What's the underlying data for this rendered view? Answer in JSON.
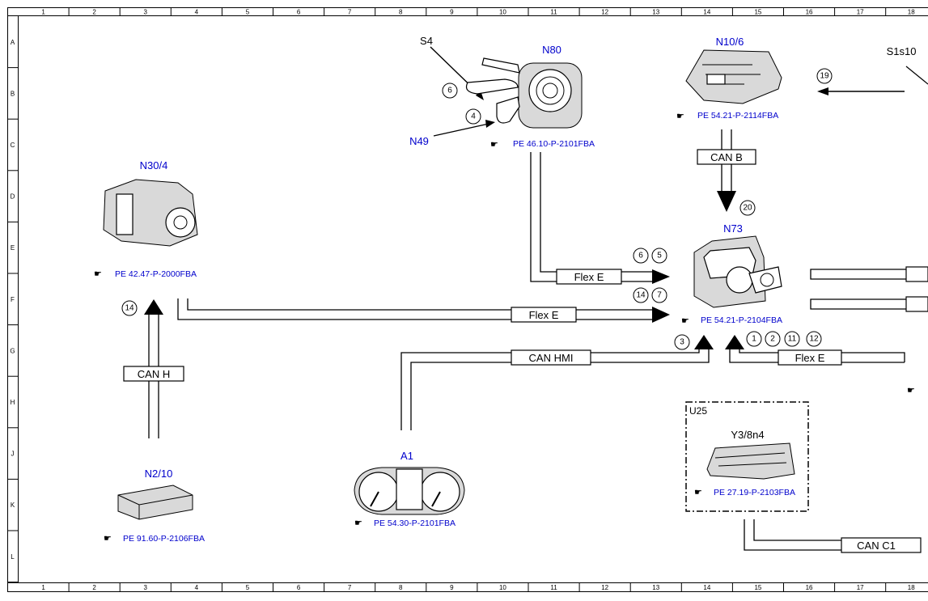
{
  "grid": {
    "columns": [
      "1",
      "2",
      "3",
      "4",
      "5",
      "6",
      "7",
      "8",
      "9",
      "10",
      "11",
      "12",
      "13",
      "14",
      "15",
      "16",
      "17",
      "18"
    ],
    "rows": [
      "A",
      "B",
      "C",
      "D",
      "E",
      "F",
      "G",
      "H",
      "J",
      "K",
      "L"
    ]
  },
  "components": {
    "n80": {
      "label": "N80",
      "ref": "PE 46.10-P-2101FBA"
    },
    "s4": {
      "label": "S4"
    },
    "n49": {
      "label": "N49"
    },
    "n10_6": {
      "label": "N10/6",
      "ref": "PE 54.21-P-2114FBA"
    },
    "s1s10": {
      "label": "S1s10"
    },
    "n30_4": {
      "label": "N30/4",
      "ref": "PE 42.47-P-2000FBA"
    },
    "n73": {
      "label": "N73",
      "ref": "PE 54.21-P-2104FBA"
    },
    "n2_10": {
      "label": "N2/10",
      "ref": "PE 91.60-P-2106FBA"
    },
    "a1": {
      "label": "A1",
      "ref": "PE 54.30-P-2101FBA"
    },
    "u25": {
      "label": "U25"
    },
    "y3_8n4": {
      "label": "Y3/8n4",
      "ref": "PE 27.19-P-2103FBA"
    }
  },
  "buses": {
    "can_b": "CAN B",
    "flex_e_n80": "Flex E",
    "flex_e_n30": "Flex E",
    "can_h": "CAN H",
    "can_hmi": "CAN HMI",
    "flex_e_right": "Flex E",
    "can_c1": "CAN C1"
  },
  "markers": {
    "s4_6": "6",
    "s4_4": "4",
    "m19": "19",
    "m20": "20",
    "m6": "6",
    "m5": "5",
    "m14a": "14",
    "m7": "7",
    "m14b": "14",
    "m3": "3",
    "m1": "1",
    "m2": "2",
    "m11": "11",
    "m12": "12"
  }
}
